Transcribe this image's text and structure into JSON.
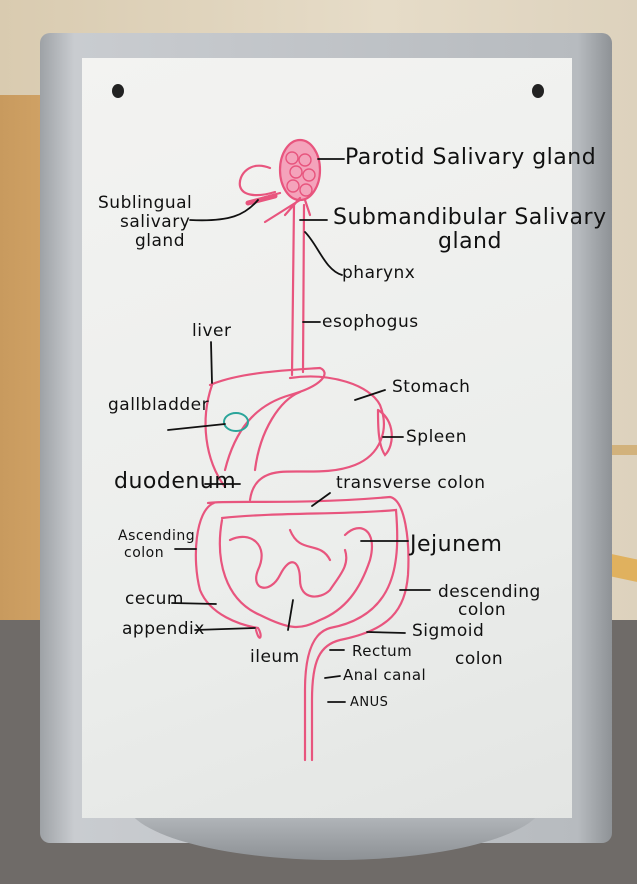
{
  "diagram": {
    "labels": {
      "parotid": "Parotid Salivary gland",
      "sublingual_1": "Sublingual",
      "sublingual_2": "salivary",
      "sublingual_3": "gland",
      "submandibular_1": "Submandibular Salivary",
      "submandibular_2": "gland",
      "pharynx": "pharynx",
      "esophagus": "esophogus",
      "liver": "liver",
      "stomach": "Stomach",
      "gallbladder": "gallbladder",
      "spleen": "Spleen",
      "duodenum": "duodenum",
      "transverse_colon": "transverse colon",
      "ascending_1": "Ascending",
      "ascending_2": "colon",
      "jejunum": "Jejunem",
      "descending_1": "descending",
      "descending_2": "colon",
      "cecum": "cecum",
      "appendix": "appendix",
      "sigmoid_1": "Sigmoid",
      "sigmoid_2": "colon",
      "ileum": "ileum",
      "rectum": "Rectum",
      "anal_canal": "Anal canal",
      "anus": "ANUS"
    },
    "colors": {
      "organ": "#e8557e",
      "gallbladder": "#2aa59a",
      "ink": "#111111"
    }
  }
}
